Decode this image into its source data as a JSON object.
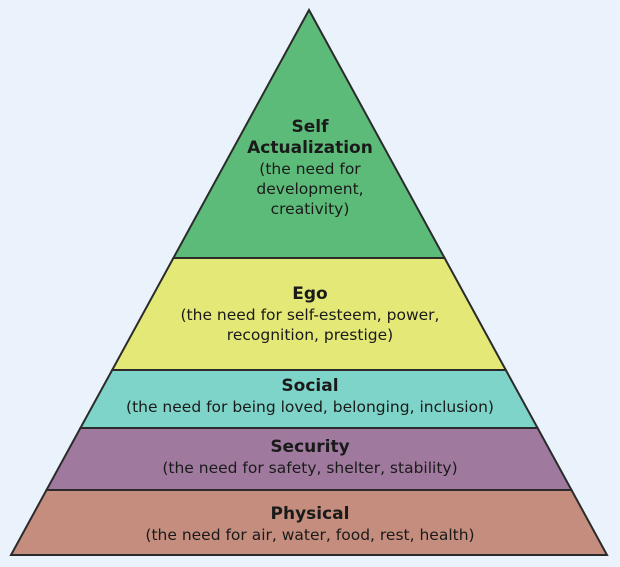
{
  "background": "#eaf3fb",
  "stroke_color": "#2b2b2b",
  "levels": [
    {
      "title_lines": [
        "Self",
        "Actualization"
      ],
      "desc_lines": [
        "(the need for",
        "development,",
        "creativity)"
      ],
      "color": "#5dbb7a"
    },
    {
      "title_lines": [
        "Ego"
      ],
      "desc_lines": [
        "(the need for self-esteem, power,",
        "recognition, prestige)"
      ],
      "color": "#e3e877"
    },
    {
      "title_lines": [
        "Social"
      ],
      "desc_lines": [
        "(the need for being loved, belonging, inclusion)"
      ],
      "color": "#7ed4c9"
    },
    {
      "title_lines": [
        "Security"
      ],
      "desc_lines": [
        "(the need for safety, shelter, stability)"
      ],
      "color": "#a07a9e"
    },
    {
      "title_lines": [
        "Physical"
      ],
      "desc_lines": [
        "(the need for air, water, food, rest, health)"
      ],
      "color": "#c48d7e"
    }
  ]
}
